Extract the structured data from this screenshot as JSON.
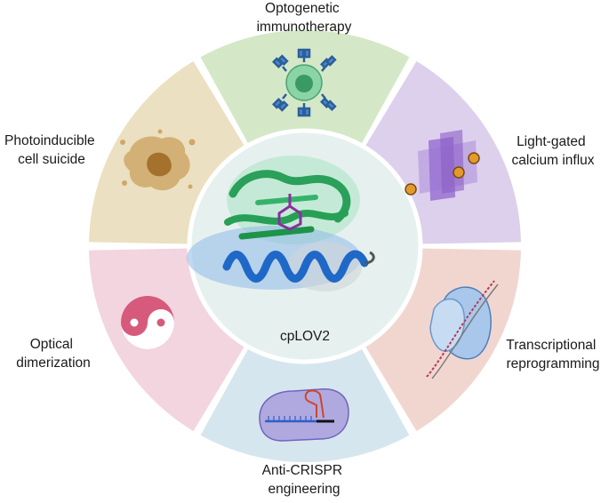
{
  "center": {
    "label": "cpLOV2",
    "protein_icon": "cplov2-protein-structure"
  },
  "segments": [
    {
      "id": "optogenetic-immunotherapy",
      "lines": [
        "Optogenetic",
        "immunotherapy"
      ],
      "color": "#d4e8c8",
      "icon": "immune-cell-icon"
    },
    {
      "id": "light-gated-calcium-influx",
      "lines": [
        "Light-gated",
        "calcium influx"
      ],
      "color": "#ddd0ec",
      "icon": "calcium-channel-icon"
    },
    {
      "id": "transcriptional-reprogramming",
      "lines": [
        "Transcriptional",
        "reprogramming"
      ],
      "color": "#f1d6d0",
      "icon": "dna-binding-protein-icon"
    },
    {
      "id": "anti-crispr-engineering",
      "lines": [
        "Anti-CRISPR",
        "engineering"
      ],
      "color": "#d6e6ef",
      "icon": "crispr-complex-icon"
    },
    {
      "id": "optical-dimerization",
      "lines": [
        "Optical",
        "dimerization"
      ],
      "color": "#f2d5df",
      "icon": "yin-yang-icon"
    },
    {
      "id": "photoinducible-cell-suicide",
      "lines": [
        "Photoinducible",
        "cell suicide"
      ],
      "color": "#ece0c2",
      "icon": "dying-cell-icon"
    }
  ]
}
